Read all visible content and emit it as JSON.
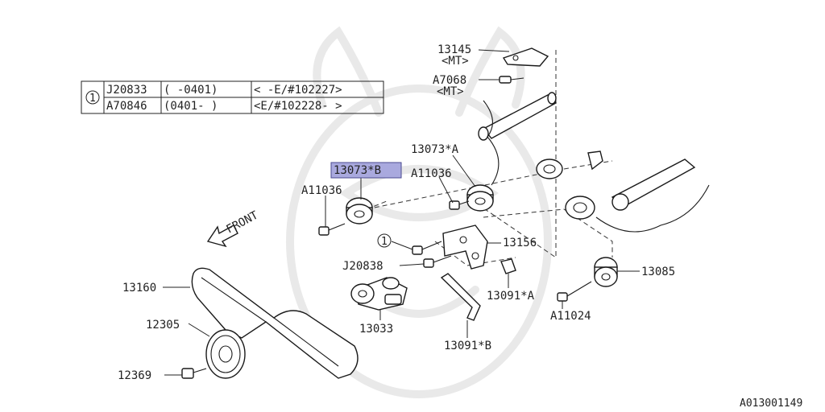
{
  "options_table": {
    "ref_symbol": "1",
    "rows": [
      {
        "part": "J20833",
        "date": "(     -0401)",
        "range": "<    -E/#102227>"
      },
      {
        "part": "A70846",
        "date": "(0401-     )",
        "range": "<E/#102228-    >"
      }
    ]
  },
  "parts": {
    "p13145": "13145",
    "mt1": "<MT>",
    "pa7068": "A7068",
    "mt2": "<MT>",
    "p13073a": "13073*A",
    "p13073b": "13073*B",
    "pa11036_top": "A11036",
    "pa11036_left": "A11036",
    "ref1": "1",
    "p13156": "13156",
    "pj20838": "J20838",
    "p13091a": "13091*A",
    "p13085": "13085",
    "pa11024": "A11024",
    "p13160": "13160",
    "p12305": "12305",
    "p13033": "13033",
    "p13091b": "13091*B",
    "p12369": "12369"
  },
  "front_label": "FRONT",
  "diagram_id": "A013001149",
  "colors": {
    "highlight": "#a9a9de",
    "ink": "#1a1a1a"
  }
}
